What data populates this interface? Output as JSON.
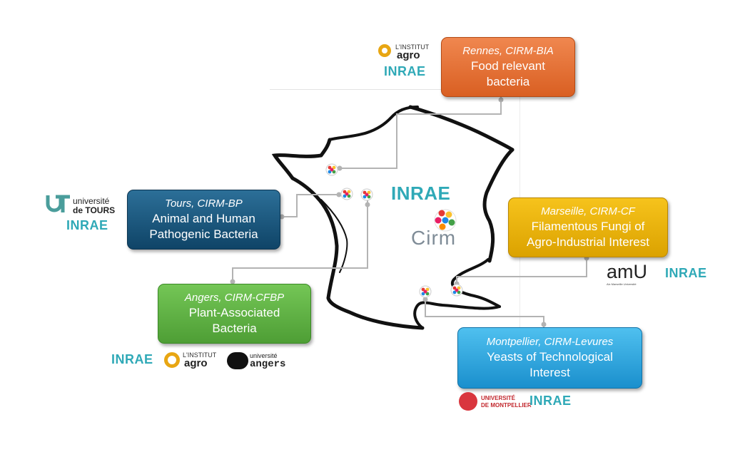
{
  "center": {
    "inrae_logo": "INRAE",
    "cirm_logo": "Cirm"
  },
  "centers": [
    {
      "site": "Rennes, CIRM-BIA",
      "lines": [
        "Food relevant",
        "bacteria"
      ],
      "color": "#e3692f"
    },
    {
      "site": "Tours, CIRM-BP",
      "lines": [
        "Animal and Human",
        "Pathogenic Bacteria"
      ],
      "color": "#1a557e"
    },
    {
      "site": "Marseille, CIRM-CF",
      "lines": [
        "Filamentous Fungi of",
        "Agro-Industrial Interest"
      ],
      "color": "#e8b00a"
    },
    {
      "site": "Angers, CIRM-CFBP",
      "lines": [
        "Plant-Associated",
        "Bacteria"
      ],
      "color": "#5db143"
    },
    {
      "site": "Montpellier, CIRM-Levures",
      "lines": [
        "Yeasts of Technological",
        "Interest"
      ],
      "color": "#2aa3dc"
    }
  ],
  "logos": {
    "rennes": {
      "agro_small": "L'INSTITUT",
      "agro": "agro",
      "inrae": "INRAE"
    },
    "tours": {
      "univ": "université",
      "univ2": "de TOURS",
      "inrae": "INRAE"
    },
    "marseille": {
      "amu": "amU",
      "amu_sub": "Aix    Marseille    Université",
      "inrae": "INRAE"
    },
    "angers": {
      "inrae": "INRAE",
      "agro_small": "L'INSTITUT",
      "agro": "agro",
      "univ": "université",
      "univ2": "angers"
    },
    "montpellier": {
      "univ": "UNIVERSITÉ",
      "univ2": "DE MONTPELLIER",
      "inrae": "INRAE"
    }
  },
  "icons": {
    "site_marker": "cirm-dots-icon",
    "cirm_logo": "cirm-logo-icon",
    "agro_logo": "agro-logo-icon",
    "tours_logo": "tours-logo-icon",
    "angers_logo": "angers-logo-icon",
    "montpellier_logo": "montpellier-logo-icon"
  },
  "colors": {
    "inrae": "#2fa9b7",
    "connector": "#b3b3b3",
    "map_outline": "#111111"
  }
}
